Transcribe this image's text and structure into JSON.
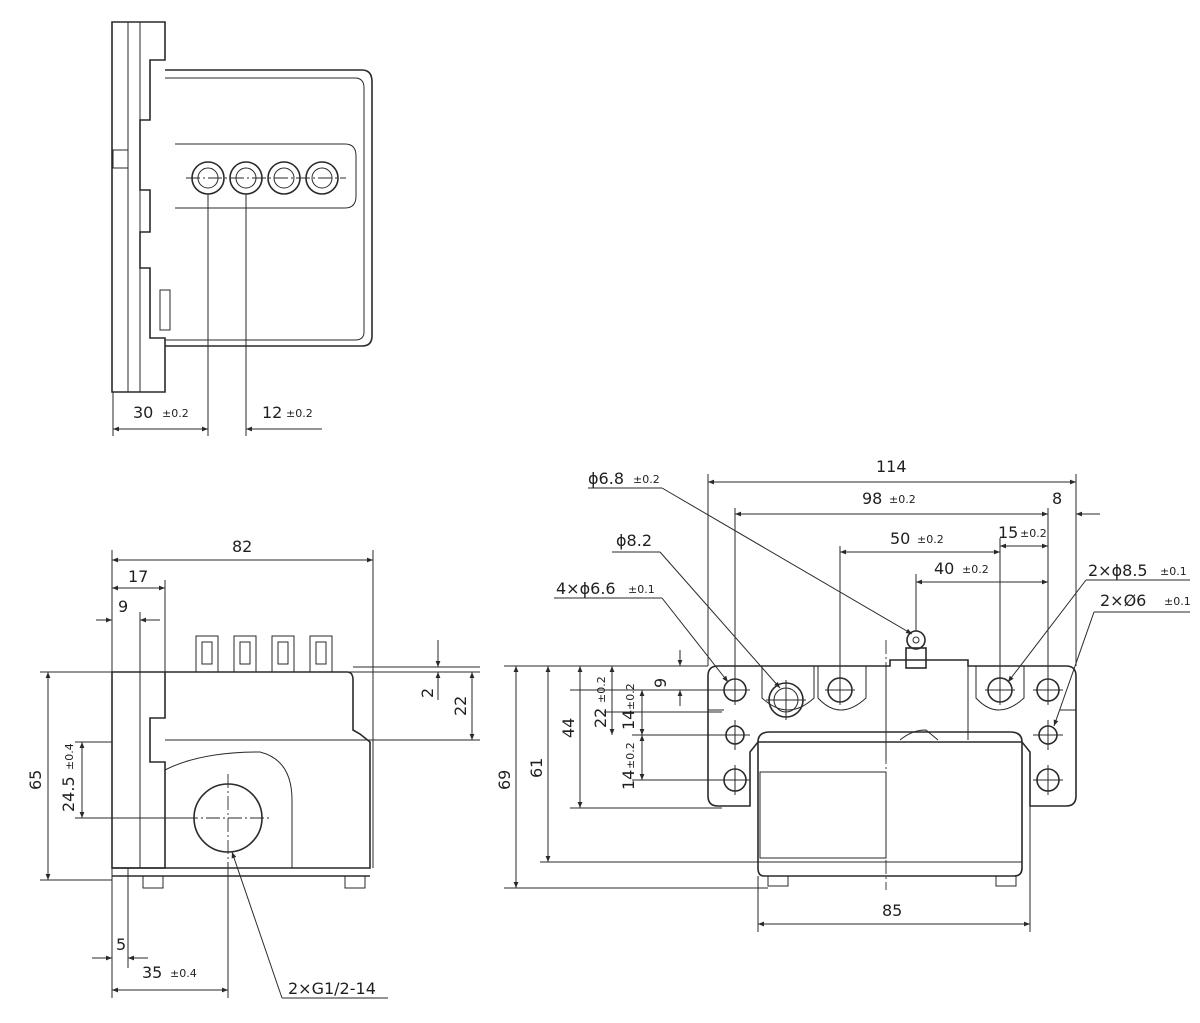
{
  "ink_color": "#2a2a2a",
  "top_view": {
    "dims": {
      "d30": {
        "value": "30",
        "tol": "±0.2"
      },
      "d12": {
        "value": "12",
        "tol": "±0.2"
      }
    }
  },
  "side_view": {
    "dims": {
      "d82": "82",
      "d17": "17",
      "d9": "9",
      "d2": "2",
      "d22": "22",
      "d65": "65",
      "d24_5": {
        "value": "24.5",
        "tol": "±0.4"
      },
      "d5": "5",
      "d35": {
        "value": "35",
        "tol": "±0.4"
      }
    },
    "callouts": {
      "conduit": "2×G1/2-14"
    }
  },
  "front_view": {
    "dims": {
      "d114": "114",
      "d98": {
        "value": "98",
        "tol": "±0.2"
      },
      "d8": "8",
      "d50": {
        "value": "50",
        "tol": "±0.2"
      },
      "d15": {
        "value": "15",
        "tol": "±0.2"
      },
      "d40": {
        "value": "40",
        "tol": "±0.2"
      },
      "d69": "69",
      "d61": "61",
      "d44": "44",
      "d22": {
        "value": "22",
        "tol": "±0.2"
      },
      "d9": "9",
      "d14a": {
        "value": "14",
        "tol": "±0.2"
      },
      "d14b": {
        "value": "14",
        "tol": "±0.2"
      },
      "d85": "85"
    },
    "callouts": {
      "phi68": {
        "value": "ϕ6.8",
        "tol": "±0.2"
      },
      "phi82": "ϕ8.2",
      "holes66": {
        "value": "4×ϕ6.6",
        "tol": "±0.1"
      },
      "holes85": {
        "value": "2×ϕ8.5",
        "tol": "±0.1"
      },
      "holes6": {
        "value": "2×Ø6",
        "tol": "±0.1"
      }
    }
  }
}
